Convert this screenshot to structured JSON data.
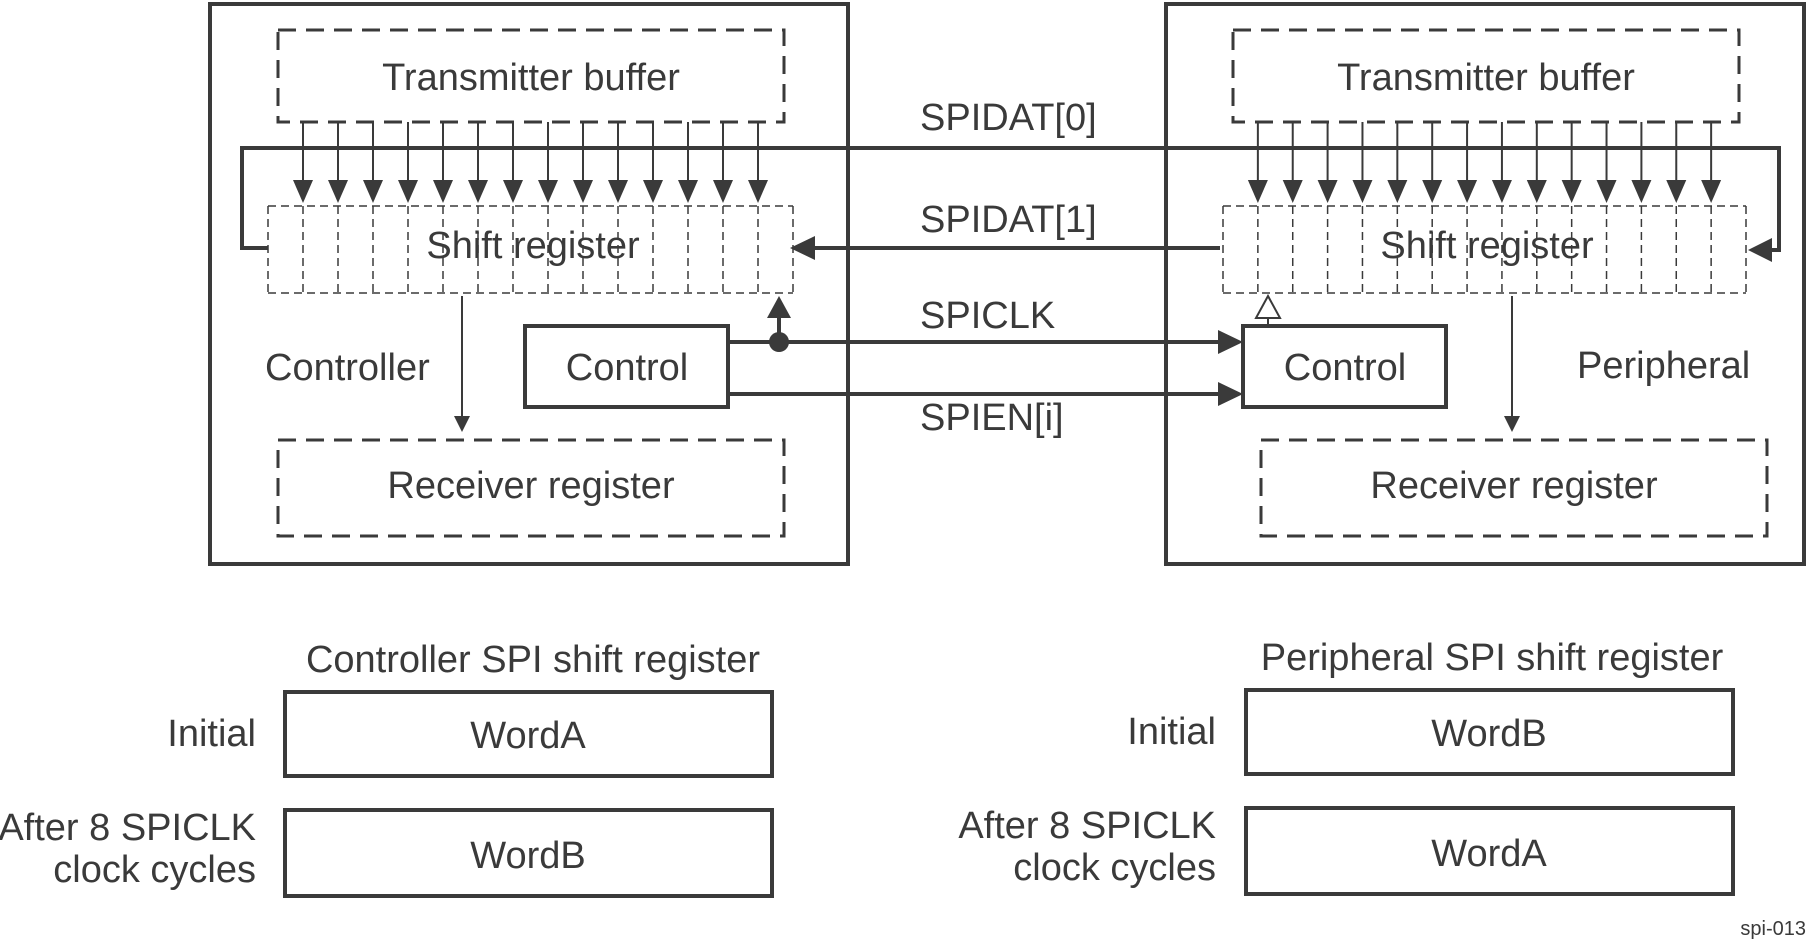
{
  "controller": {
    "label": "Controller",
    "transmitter_buffer": "Transmitter buffer",
    "shift_register": "Shift register",
    "control": "Control",
    "receiver_register": "Receiver register"
  },
  "peripheral": {
    "label": "Peripheral",
    "transmitter_buffer": "Transmitter buffer",
    "shift_register": "Shift register",
    "control": "Control",
    "receiver_register": "Receiver register"
  },
  "signals": {
    "spidat0": "SPIDAT[0]",
    "spidat1": "SPIDAT[1]",
    "spiclk": "SPICLK",
    "spien": "SPIEN[i]"
  },
  "controller_table": {
    "title": "Controller SPI shift register",
    "initial_label": "Initial",
    "after_label_line1": "After 8 SPICLK",
    "after_label_line2": "clock cycles",
    "initial_word": "WordA",
    "after_word": "WordB"
  },
  "peripheral_table": {
    "title": "Peripheral SPI shift register",
    "initial_label": "Initial",
    "after_label_line1": "After 8 SPICLK",
    "after_label_line2": "clock cycles",
    "initial_word": "WordB",
    "after_word": "WordA"
  },
  "figure_id": "spi-013"
}
